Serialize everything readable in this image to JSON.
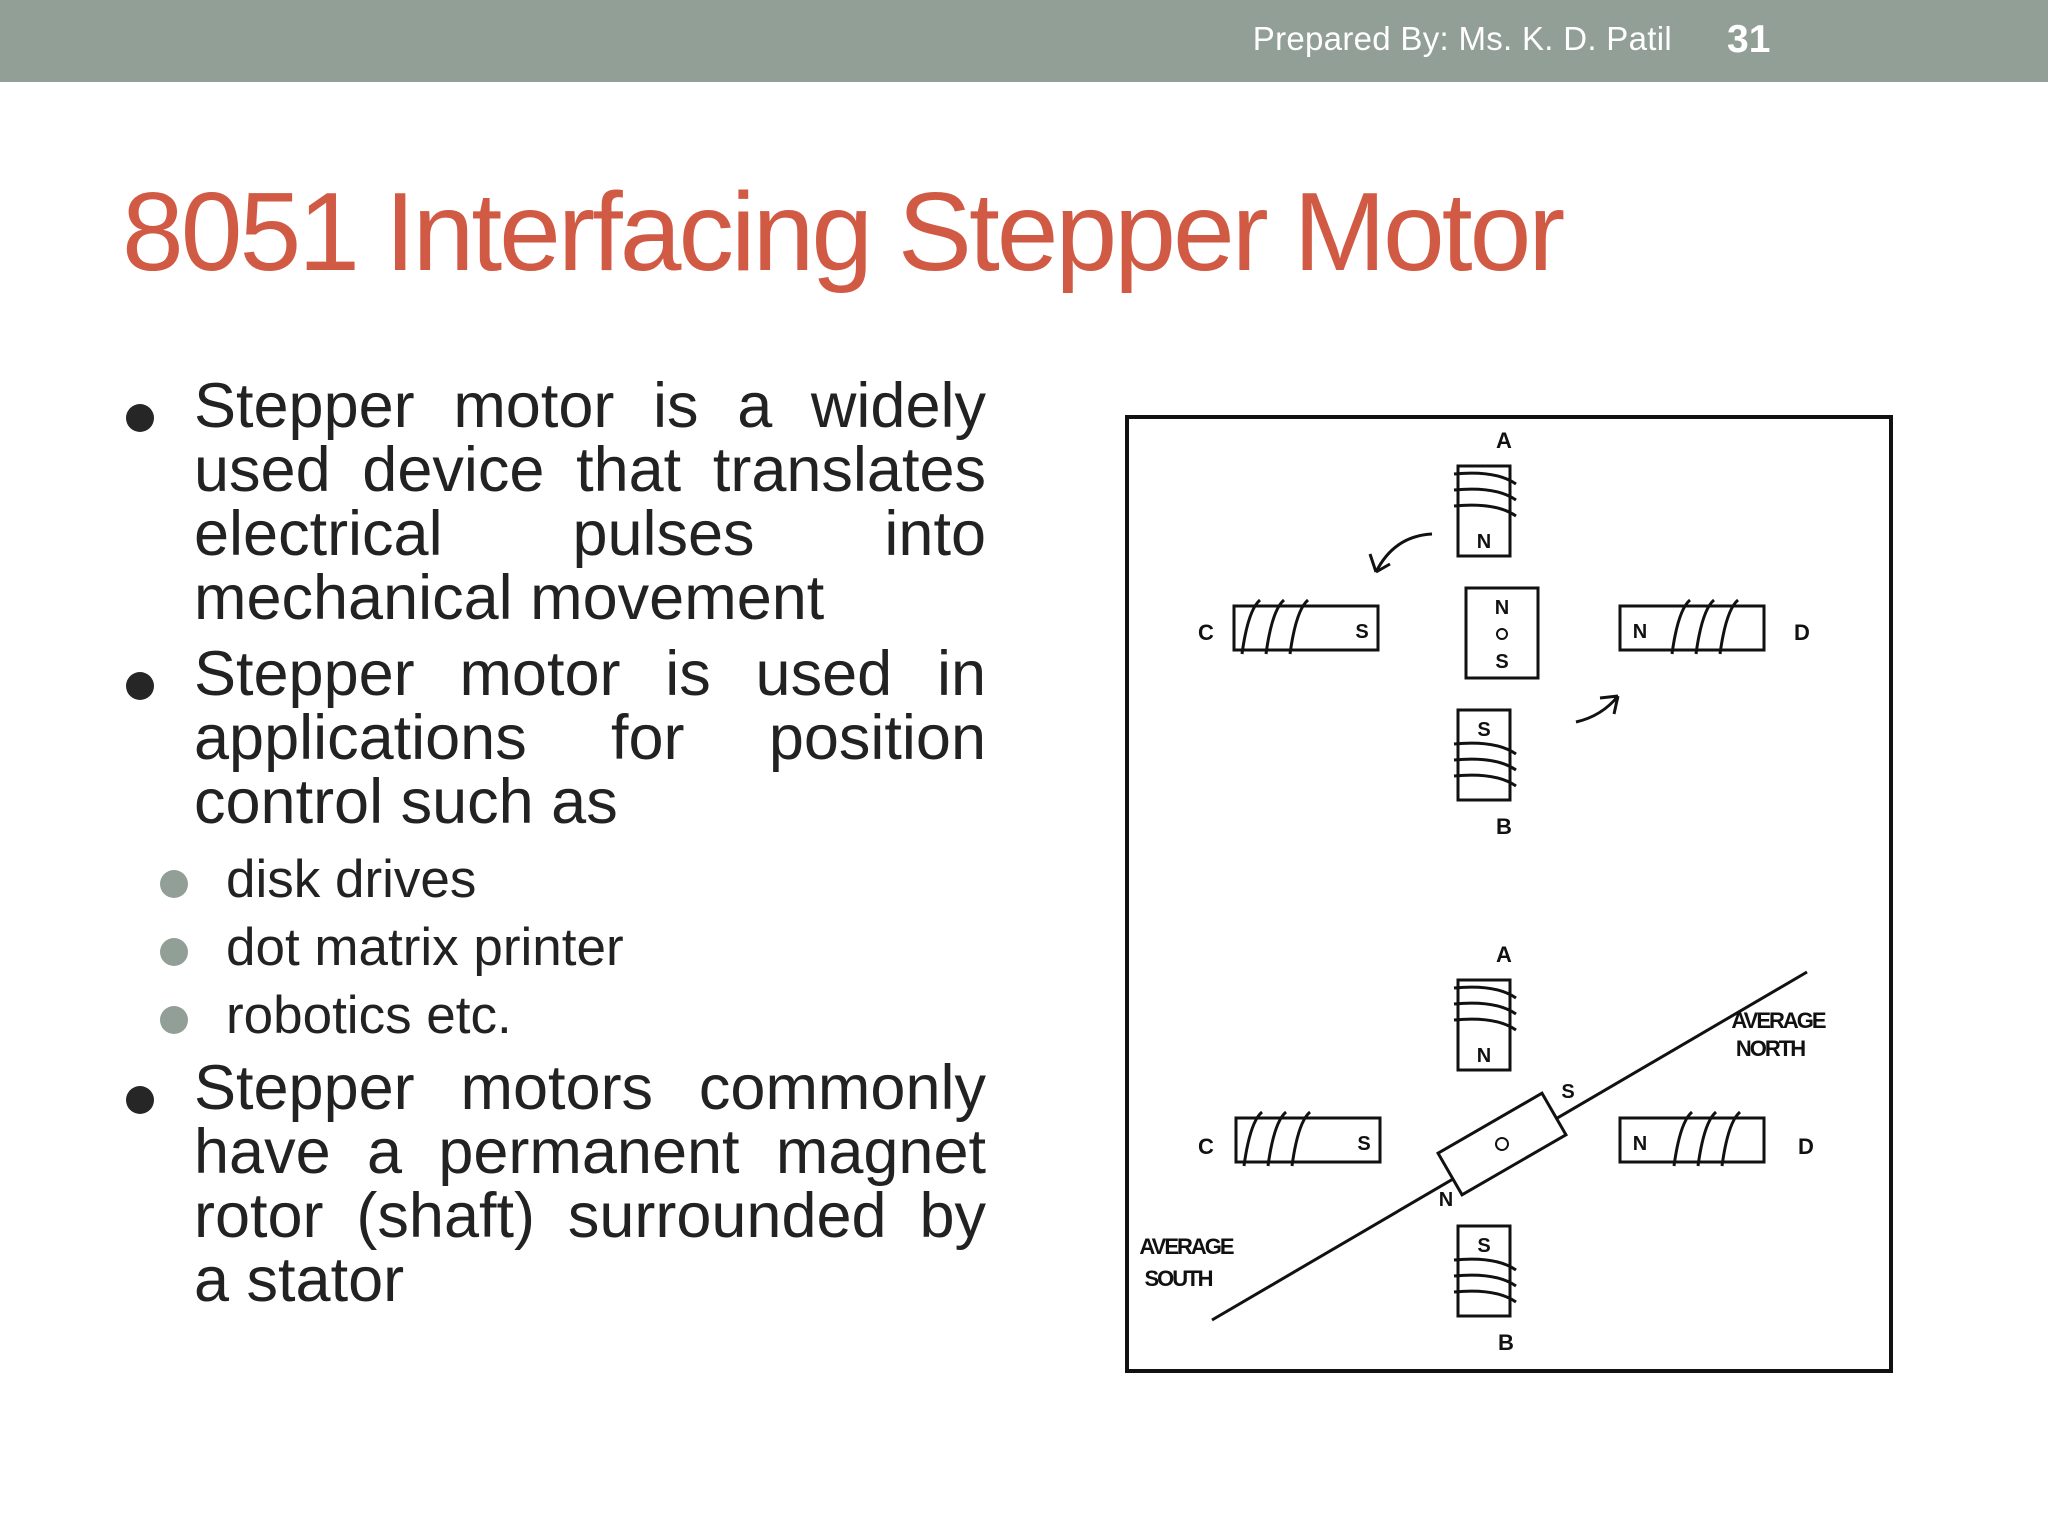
{
  "header": {
    "prepared_by": "Prepared By: Ms. K. D. Patil",
    "slide_number": "31",
    "bar_color": "#929f97"
  },
  "title": "8051 Interfacing Stepper Motor",
  "title_color": "#d15a45",
  "bullets": [
    {
      "text": "Stepper motor is a widely used device that translates electrical pulses into mechanical movement"
    },
    {
      "text": "Stepper motor is used in applications for position control such as",
      "sub_items": [
        "disk drives",
        "dot matrix printer",
        "robotics etc."
      ]
    },
    {
      "text": "Stepper motors commonly have a permanent magnet rotor (shaft) surrounded by a stator"
    }
  ],
  "figure": {
    "top": {
      "label_a": "A",
      "label_b": "B",
      "label_c": "C",
      "label_d": "D",
      "coil_a_pole": "N",
      "coil_b_pole": "S",
      "coil_c_pole": "S",
      "coil_d_pole": "N",
      "rotor_n": "N",
      "rotor_s": "S"
    },
    "bottom": {
      "label_a": "A",
      "label_b": "B",
      "label_c": "C",
      "label_d": "D",
      "coil_a_pole": "N",
      "coil_b_pole": "S",
      "coil_c_pole": "S",
      "coil_d_pole": "N",
      "rotor_n": "N",
      "rotor_s": "S",
      "average_north_1": "AVERAGE",
      "average_north_2": "NORTH",
      "average_south_1": "AVERAGE",
      "average_south_2": "SOUTH"
    }
  }
}
